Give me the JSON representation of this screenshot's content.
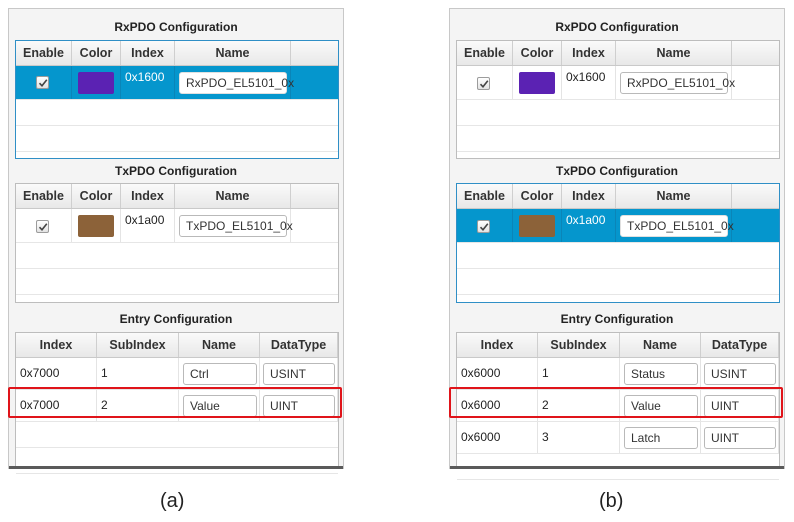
{
  "headers": {
    "rx_title": "RxPDO Configuration",
    "tx_title": "TxPDO Configuration",
    "entry_title": "Entry Configuration",
    "pdo_cols": [
      "Enable",
      "Color",
      "Index",
      "Name"
    ],
    "entry_cols": [
      "Index",
      "SubIndex",
      "Name",
      "DataType"
    ]
  },
  "panel_a": {
    "caption": "(a)",
    "rx": {
      "enabled": true,
      "color": "#5b22b3",
      "index": "0x1600",
      "name": "RxPDO_EL5101_0x",
      "selected": true
    },
    "tx": {
      "enabled": true,
      "color": "#8c6239",
      "index": "0x1a00",
      "name": "TxPDO_EL5101_0x",
      "selected": false
    },
    "entries": [
      {
        "index": "0x7000",
        "subindex": "1",
        "name": "Ctrl",
        "datatype": "USINT",
        "highlighted": false
      },
      {
        "index": "0x7000",
        "subindex": "2",
        "name": "Value",
        "datatype": "UINT",
        "highlighted": true
      }
    ]
  },
  "panel_b": {
    "caption": "(b)",
    "rx": {
      "enabled": true,
      "color": "#5b22b3",
      "index": "0x1600",
      "name": "RxPDO_EL5101_0x",
      "selected": false
    },
    "tx": {
      "enabled": true,
      "color": "#8c6239",
      "index": "0x1a00",
      "name": "TxPDO_EL5101_0x",
      "selected": true
    },
    "entries": [
      {
        "index": "0x6000",
        "subindex": "1",
        "name": "Status",
        "datatype": "USINT",
        "highlighted": false
      },
      {
        "index": "0x6000",
        "subindex": "2",
        "name": "Value",
        "datatype": "UINT",
        "highlighted": true
      },
      {
        "index": "0x6000",
        "subindex": "3",
        "name": "Latch",
        "datatype": "UINT",
        "highlighted": false
      }
    ]
  }
}
